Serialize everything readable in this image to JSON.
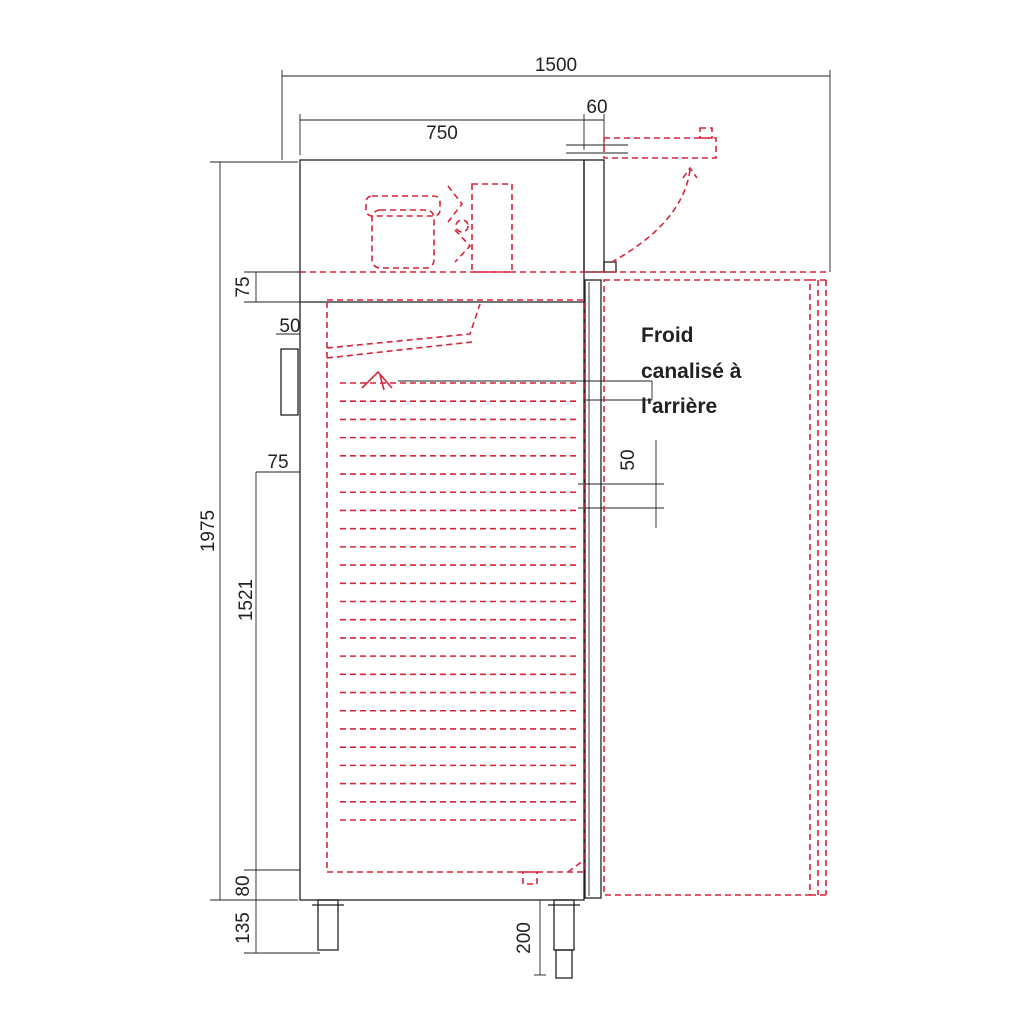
{
  "dimensions": {
    "overall_width": "1500",
    "cabinet_width": "750",
    "door_depth": "60",
    "total_height": "1975",
    "top_panel": "75",
    "side_gap": "50",
    "upper_offset": "75",
    "inner_height": "1521",
    "base_offset": "80",
    "feet_height": "135",
    "adjust_height": "200",
    "shelf_pitch": "50"
  },
  "annotation": {
    "line1": "Froid",
    "line2": "canalisé à",
    "line3": "l'arrière"
  },
  "colors": {
    "line": "#222222",
    "hidden": "#d6243a"
  },
  "shelf_count": 25
}
